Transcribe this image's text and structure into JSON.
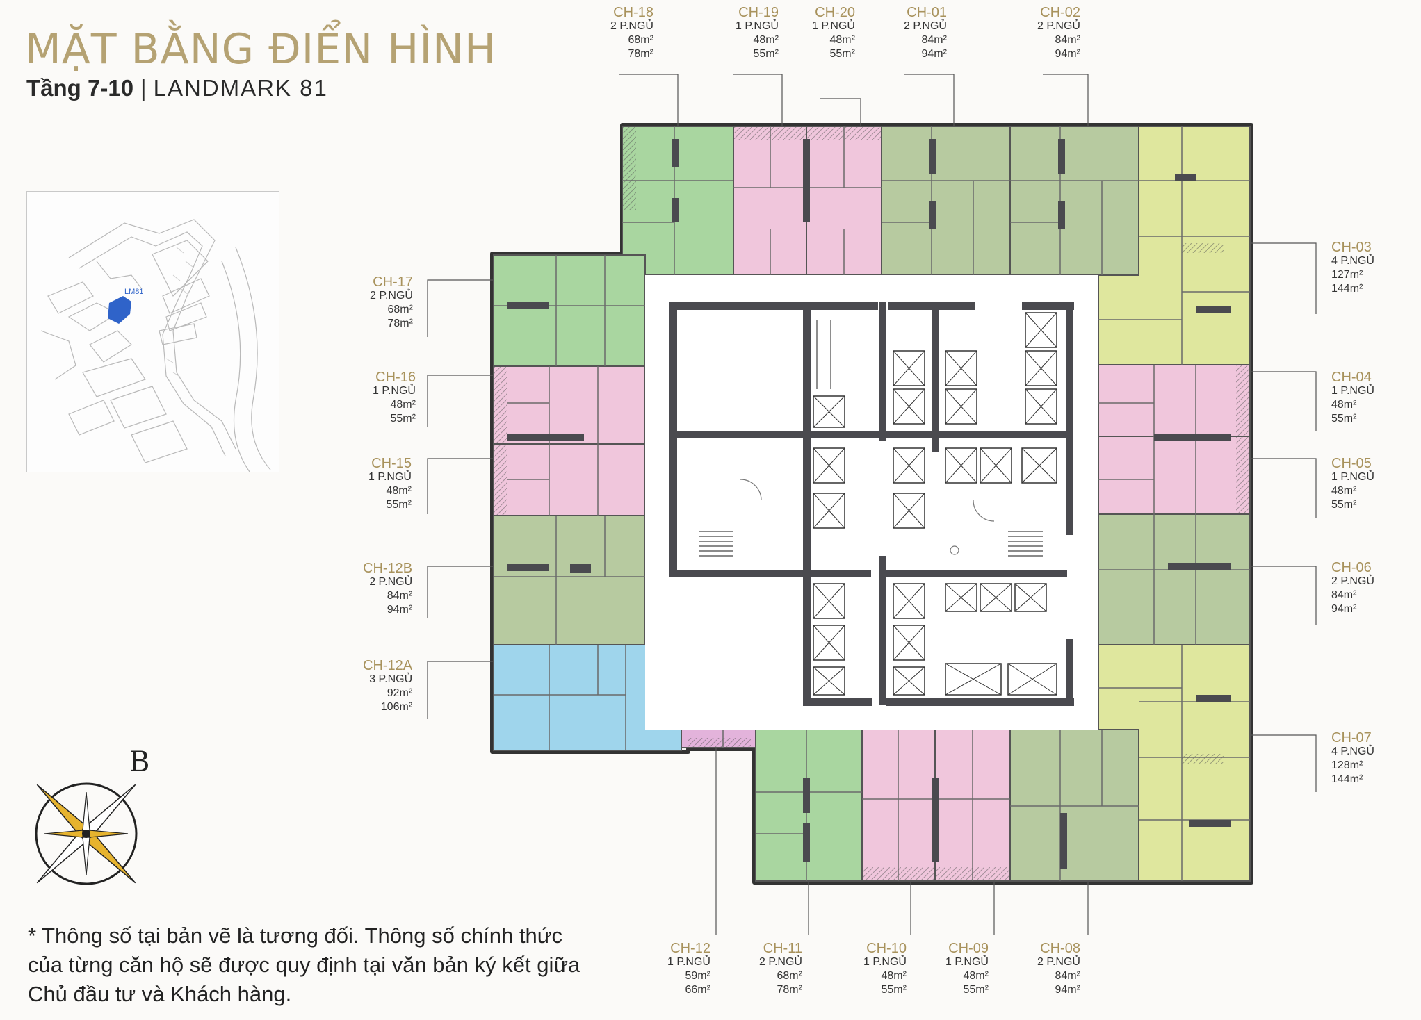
{
  "header": {
    "title": "MẶT BẰNG ĐIỂN HÌNH",
    "floor": "Tầng 7-10",
    "separator": "|",
    "building": "LANDMARK 81"
  },
  "minimap": {
    "marker_label": "LM81",
    "marker_color": "#2f63c9"
  },
  "compass": {
    "north_label": "B",
    "accent_color": "#e6b32e"
  },
  "disclaimer": "* Thông số tại bản vẽ là tương đối. Thông số chính thức của từng căn hộ sẽ được quy định tại văn bản ký kết giữa Chủ đầu tư và Khách hàng.",
  "colors": {
    "green": "#a9d6a0",
    "sage": "#b7caa0",
    "yellow": "#dfe79e",
    "pink": "#f0c6dc",
    "blue": "#9fd5ec",
    "violet": "#e3b3db",
    "core": "#4a4a4f",
    "label_gold": "#a8925c"
  },
  "apartments": [
    {
      "code": "CH-18",
      "bedrooms": "2 P.NGỦ",
      "area_a": "68m²",
      "area_b": "78m²"
    },
    {
      "code": "CH-19",
      "bedrooms": "1 P.NGỦ",
      "area_a": "48m²",
      "area_b": "55m²"
    },
    {
      "code": "CH-20",
      "bedrooms": "1 P.NGỦ",
      "area_a": "48m²",
      "area_b": "55m²"
    },
    {
      "code": "CH-01",
      "bedrooms": "2 P.NGỦ",
      "area_a": "84m²",
      "area_b": "94m²"
    },
    {
      "code": "CH-02",
      "bedrooms": "2 P.NGỦ",
      "area_a": "84m²",
      "area_b": "94m²"
    },
    {
      "code": "CH-03",
      "bedrooms": "4 P.NGỦ",
      "area_a": "127m²",
      "area_b": "144m²"
    },
    {
      "code": "CH-04",
      "bedrooms": "1 P.NGỦ",
      "area_a": "48m²",
      "area_b": "55m²"
    },
    {
      "code": "CH-05",
      "bedrooms": "1 P.NGỦ",
      "area_a": "48m²",
      "area_b": "55m²"
    },
    {
      "code": "CH-06",
      "bedrooms": "2 P.NGỦ",
      "area_a": "84m²",
      "area_b": "94m²"
    },
    {
      "code": "CH-07",
      "bedrooms": "4 P.NGỦ",
      "area_a": "128m²",
      "area_b": "144m²"
    },
    {
      "code": "CH-08",
      "bedrooms": "2 P.NGỦ",
      "area_a": "84m²",
      "area_b": "94m²"
    },
    {
      "code": "CH-09",
      "bedrooms": "1 P.NGỦ",
      "area_a": "48m²",
      "area_b": "55m²"
    },
    {
      "code": "CH-10",
      "bedrooms": "1 P.NGỦ",
      "area_a": "48m²",
      "area_b": "55m²"
    },
    {
      "code": "CH-11",
      "bedrooms": "2 P.NGỦ",
      "area_a": "68m²",
      "area_b": "78m²"
    },
    {
      "code": "CH-12",
      "bedrooms": "1 P.NGỦ",
      "area_a": "59m²",
      "area_b": "66m²"
    },
    {
      "code": "CH-12A",
      "bedrooms": "3 P.NGỦ",
      "area_a": "92m²",
      "area_b": "106m²"
    },
    {
      "code": "CH-12B",
      "bedrooms": "2 P.NGỦ",
      "area_a": "84m²",
      "area_b": "94m²"
    },
    {
      "code": "CH-15",
      "bedrooms": "1 P.NGỦ",
      "area_a": "48m²",
      "area_b": "55m²"
    },
    {
      "code": "CH-16",
      "bedrooms": "1 P.NGỦ",
      "area_a": "48m²",
      "area_b": "55m²"
    },
    {
      "code": "CH-17",
      "bedrooms": "2 P.NGỦ",
      "area_a": "68m²",
      "area_b": "78m²"
    }
  ]
}
